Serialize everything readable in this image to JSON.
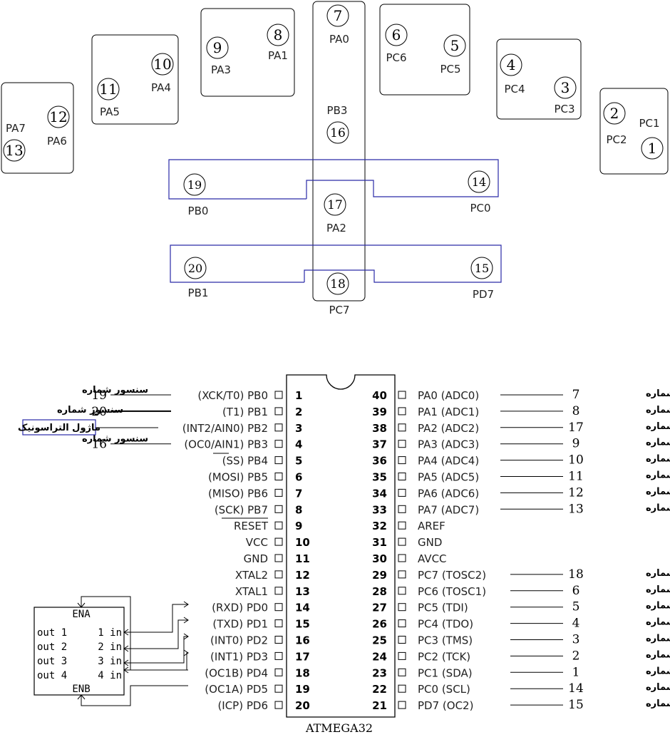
{
  "layout": {
    "groups": [
      {
        "id": "g1",
        "sensors": [
          {
            "num": "12",
            "label": "PA6"
          },
          {
            "num": "13",
            "label": "PA7"
          }
        ]
      },
      {
        "id": "g2",
        "sensors": [
          {
            "num": "10",
            "label": "PA4"
          },
          {
            "num": "11",
            "label": "PA5"
          }
        ]
      },
      {
        "id": "g3",
        "sensors": [
          {
            "num": "9",
            "label": "PA3"
          },
          {
            "num": "8",
            "label": "PA1"
          }
        ]
      },
      {
        "id": "g4",
        "sensors": [
          {
            "num": "7",
            "label": "PA0"
          },
          {
            "num": "16",
            "label": "PB3"
          },
          {
            "num": "17",
            "label": "PA2"
          },
          {
            "num": "18",
            "label": "PC7"
          }
        ]
      },
      {
        "id": "g5",
        "sensors": [
          {
            "num": "6",
            "label": "PC6"
          },
          {
            "num": "5",
            "label": "PC5"
          }
        ]
      },
      {
        "id": "g6",
        "sensors": [
          {
            "num": "4",
            "label": "PC4"
          },
          {
            "num": "3",
            "label": "PC3"
          }
        ]
      },
      {
        "id": "g7",
        "sensors": [
          {
            "num": "2",
            "label": "PC2"
          },
          {
            "num": "1",
            "label": "PC1"
          }
        ]
      },
      {
        "id": "b1",
        "sensors": [
          {
            "num": "19",
            "label": "PB0"
          },
          {
            "num": "14",
            "label": "PC0"
          }
        ]
      },
      {
        "id": "b2",
        "sensors": [
          {
            "num": "20",
            "label": "PB1"
          },
          {
            "num": "15",
            "label": "PD7"
          }
        ]
      }
    ]
  },
  "chip": {
    "name": "ATMEGA32",
    "left_pins": [
      {
        "num": "1",
        "label": "(XCK/T0)  PB0"
      },
      {
        "num": "2",
        "label": "(T1)  PB1"
      },
      {
        "num": "3",
        "label": "(INT2/AIN0)  PB2"
      },
      {
        "num": "4",
        "label": "(OC0/AIN1)  PB3"
      },
      {
        "num": "5",
        "label": "(SS)  PB4"
      },
      {
        "num": "6",
        "label": "(MOSI)  PB5"
      },
      {
        "num": "7",
        "label": "(MISO)  PB6"
      },
      {
        "num": "8",
        "label": "(SCK)  PB7"
      },
      {
        "num": "9",
        "label": "RESET"
      },
      {
        "num": "10",
        "label": "VCC"
      },
      {
        "num": "11",
        "label": "GND"
      },
      {
        "num": "12",
        "label": "XTAL2"
      },
      {
        "num": "13",
        "label": "XTAL1"
      },
      {
        "num": "14",
        "label": "(RXD)  PD0"
      },
      {
        "num": "15",
        "label": "(TXD)  PD1"
      },
      {
        "num": "16",
        "label": "(INT0)  PD2"
      },
      {
        "num": "17",
        "label": "(INT1)  PD3"
      },
      {
        "num": "18",
        "label": "(OC1B)  PD4"
      },
      {
        "num": "19",
        "label": "(OC1A)  PD5"
      },
      {
        "num": "20",
        "label": "(ICP)  PD6"
      }
    ],
    "right_pins": [
      {
        "num": "40",
        "label": "PA0  (ADC0)"
      },
      {
        "num": "39",
        "label": "PA1  (ADC1)"
      },
      {
        "num": "38",
        "label": "PA2  (ADC2)"
      },
      {
        "num": "37",
        "label": "PA3  (ADC3)"
      },
      {
        "num": "36",
        "label": "PA4  (ADC4)"
      },
      {
        "num": "35",
        "label": "PA5  (ADC5)"
      },
      {
        "num": "34",
        "label": "PA6  (ADC6)"
      },
      {
        "num": "33",
        "label": "PA7  (ADC7)"
      },
      {
        "num": "32",
        "label": "AREF"
      },
      {
        "num": "31",
        "label": "GND"
      },
      {
        "num": "30",
        "label": "AVCC"
      },
      {
        "num": "29",
        "label": "PC7  (TOSC2)"
      },
      {
        "num": "28",
        "label": "PC6  (TOSC1)"
      },
      {
        "num": "27",
        "label": "PC5  (TDI)"
      },
      {
        "num": "26",
        "label": "PC4  (TDO)"
      },
      {
        "num": "25",
        "label": "PC3  (TMS)"
      },
      {
        "num": "24",
        "label": "PC2  (TCK)"
      },
      {
        "num": "23",
        "label": "PC1  (SDA)"
      },
      {
        "num": "22",
        "label": "PC0  (SCL)"
      },
      {
        "num": "21",
        "label": "PD7  (OC2)"
      }
    ]
  },
  "annotations": {
    "sensor_text": "سنسور شماره",
    "ultrasonic_text": "ماژول التراسونیک",
    "left": [
      {
        "pin": "1",
        "num": "19"
      },
      {
        "pin": "2",
        "num": "20"
      },
      {
        "pin": "4",
        "num": "16"
      }
    ],
    "right": [
      {
        "pin": "40",
        "num": "7"
      },
      {
        "pin": "39",
        "num": "8"
      },
      {
        "pin": "38",
        "num": "17"
      },
      {
        "pin": "37",
        "num": "9"
      },
      {
        "pin": "36",
        "num": "10"
      },
      {
        "pin": "35",
        "num": "11"
      },
      {
        "pin": "34",
        "num": "12"
      },
      {
        "pin": "33",
        "num": "13"
      },
      {
        "pin": "29",
        "num": "18"
      },
      {
        "pin": "28",
        "num": "6"
      },
      {
        "pin": "27",
        "num": "5"
      },
      {
        "pin": "26",
        "num": "4"
      },
      {
        "pin": "25",
        "num": "3"
      },
      {
        "pin": "24",
        "num": "2"
      },
      {
        "pin": "23",
        "num": "1"
      },
      {
        "pin": "22",
        "num": "14"
      },
      {
        "pin": "21",
        "num": "15"
      }
    ]
  },
  "driver": {
    "ena": "ENA",
    "enb": "ENB",
    "outputs": [
      "out 1",
      "out 2",
      "out 3",
      "out 4"
    ],
    "inputs": [
      "1 in",
      "2 in",
      "3 in",
      "4 in"
    ]
  },
  "colors": {
    "line": "#000000",
    "blue_box": "#2a2aa8"
  }
}
